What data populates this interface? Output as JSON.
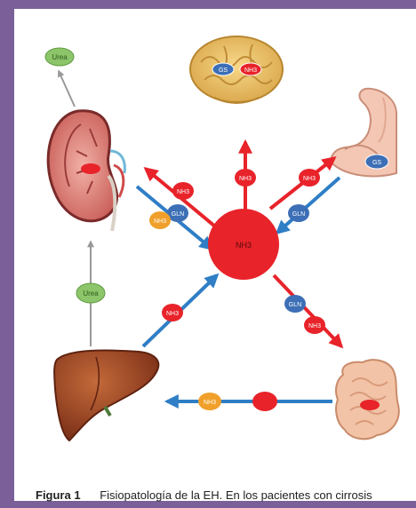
{
  "diagram": {
    "center_label": "NH3",
    "nh3_label": "NH3",
    "gln_label": "GLN",
    "urea_label": "Urea",
    "brain_labels": [
      "GS",
      "NH3"
    ],
    "muscle_label": "GS",
    "kidney_label": "",
    "intestine_label": "",
    "colors": {
      "nh3_red": "#e8232a",
      "gln_blue": "#3c6fb6",
      "urea_green": "#8cc56a",
      "orange": "#f0a02a",
      "arrow_red": "#e8232a",
      "arrow_blue": "#2f7ec6",
      "frame_purple": "#7a5f98"
    }
  },
  "caption": {
    "label": "Figura 1",
    "text": "Fisiopatología de la EH. En los pacientes con cirrosis"
  }
}
